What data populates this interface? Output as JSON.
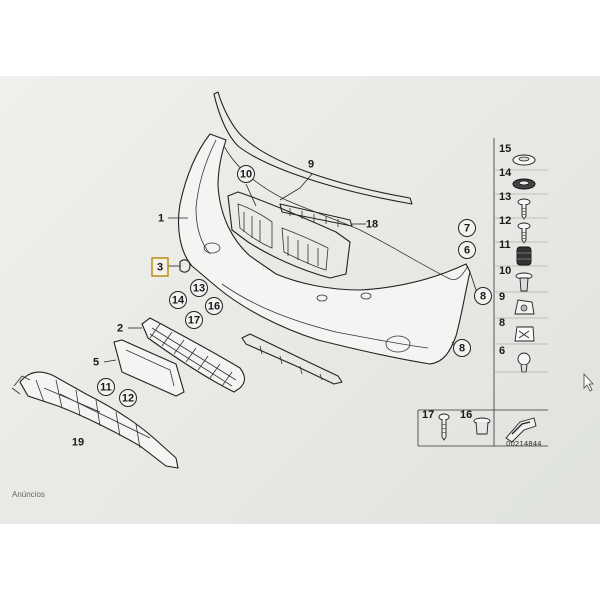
{
  "diagram": {
    "callouts": [
      {
        "id": "c9",
        "label": "9",
        "kind": "plain"
      },
      {
        "id": "c10",
        "label": "10",
        "kind": "circle"
      },
      {
        "id": "c1",
        "label": "1",
        "kind": "plain"
      },
      {
        "id": "c18",
        "label": "18",
        "kind": "plain"
      },
      {
        "id": "c3",
        "label": "3",
        "kind": "highlight"
      },
      {
        "id": "c13",
        "label": "13",
        "kind": "circle"
      },
      {
        "id": "c14",
        "label": "14",
        "kind": "circle"
      },
      {
        "id": "c16",
        "label": "16",
        "kind": "circle"
      },
      {
        "id": "c17",
        "label": "17",
        "kind": "circle"
      },
      {
        "id": "c2",
        "label": "2",
        "kind": "plain"
      },
      {
        "id": "c5",
        "label": "5",
        "kind": "plain"
      },
      {
        "id": "c11",
        "label": "11",
        "kind": "circle"
      },
      {
        "id": "c12",
        "label": "12",
        "kind": "circle"
      },
      {
        "id": "c19",
        "label": "19",
        "kind": "plain"
      },
      {
        "id": "c7",
        "label": "7",
        "kind": "circle"
      },
      {
        "id": "c6",
        "label": "6",
        "kind": "circle"
      },
      {
        "id": "c8a",
        "label": "8",
        "kind": "circle"
      },
      {
        "id": "c8b",
        "label": "8",
        "kind": "circle"
      }
    ],
    "parts_legend": [
      {
        "label": "15",
        "icon": "washer"
      },
      {
        "label": "14",
        "icon": "washer-dark"
      },
      {
        "label": "13",
        "icon": "screw"
      },
      {
        "label": "12",
        "icon": "screw"
      },
      {
        "label": "11",
        "icon": "rubber-buffer"
      },
      {
        "label": "10",
        "icon": "expansion-rivet"
      },
      {
        "label": "9",
        "icon": "nut-clip"
      },
      {
        "label": "8",
        "icon": "spring-nut"
      },
      {
        "label": "6",
        "icon": "clip"
      }
    ],
    "bottom_parts": [
      {
        "label": "17",
        "icon": "screw-long"
      },
      {
        "label": "16",
        "icon": "plug"
      }
    ],
    "reference_code": "00214844"
  },
  "footer": {
    "text": "Anúncios"
  }
}
